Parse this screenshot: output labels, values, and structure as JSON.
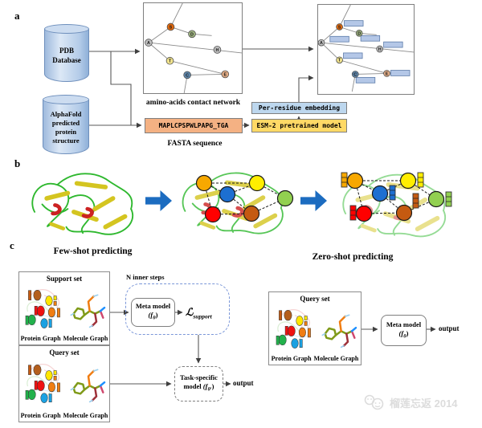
{
  "panel_labels": {
    "a": "a",
    "b": "b",
    "c": "c"
  },
  "panel_a": {
    "pdb_db": "PDB Database",
    "alphafold": "AlphaFold predicted protein structure",
    "contact_network_caption": "amino-acids contact network",
    "fasta_sequence": "MAPLCPSPWLPAPG_TGA",
    "fasta_caption": "FASTA sequence",
    "per_residue_embedding": "Per-residue embedding",
    "esm2_model": "ESM-2 pretrained model",
    "fasta_box_color": "#f4b183",
    "embedding_box_color": "#bdd7ee",
    "esm_box_color": "#ffd966",
    "embedding_rect_color": "#b4c7e7",
    "nodes": [
      {
        "label": "A",
        "color": "#bfbfbf"
      },
      {
        "label": "S",
        "color": "#e1690e"
      },
      {
        "label": "D",
        "color": "#9db27f"
      },
      {
        "label": "H",
        "color": "#bdbdbd"
      },
      {
        "label": "T",
        "color": "#efe18c"
      },
      {
        "label": "C",
        "color": "#5e85a9"
      },
      {
        "label": "E",
        "color": "#e3ac85"
      }
    ]
  },
  "panel_b": {
    "arrow_color": "#1c6cc0",
    "node_colors": [
      "#f7a800",
      "#ffee00",
      "#1d6fd1",
      "#92d050",
      "#ff0000",
      "#c55a11"
    ]
  },
  "panel_c": {
    "few_shot_title": "Few-shot predicting",
    "zero_shot_title": "Zero-shot predicting",
    "support_set": "Support set",
    "query_set": "Query set",
    "protein_graph": "Protein Graph",
    "molecule_graph": "Molecule Graph",
    "n_inner_steps": "N inner steps",
    "meta_model": "Meta model",
    "meta_param_open": "(f",
    "meta_theta": "θ",
    "meta_param_close": ")",
    "task_model_line1": "Task-specific",
    "task_model_line2": "model ",
    "task_theta": "θ′",
    "loss_symbol": "ℒ",
    "loss_sub": "support",
    "output": "output"
  },
  "watermark": "榴莲忘返 2014"
}
